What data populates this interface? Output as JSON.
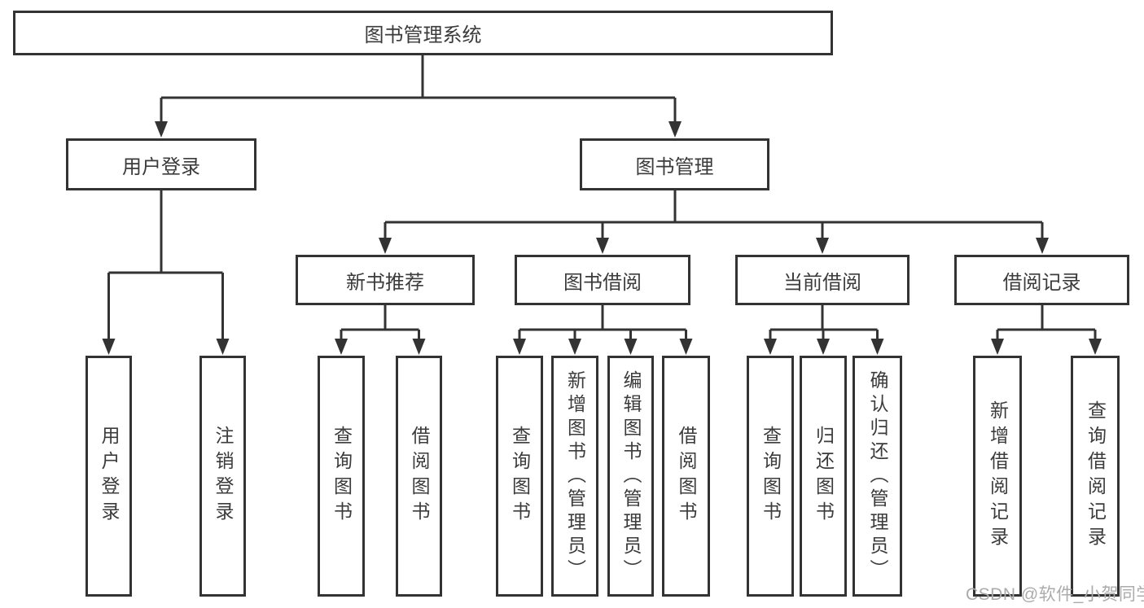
{
  "tree": {
    "label": "图书管理系统",
    "children": [
      {
        "label": "用户登录",
        "children": [
          {
            "label": "用户登录"
          },
          {
            "label": "注销登录"
          }
        ]
      },
      {
        "label": "图书管理",
        "children": [
          {
            "label": "新书推荐",
            "children": [
              {
                "label": "查询图书"
              },
              {
                "label": "借阅图书"
              }
            ]
          },
          {
            "label": "图书借阅",
            "children": [
              {
                "label": "查询图书"
              },
              {
                "label": "新增图书（管理员）"
              },
              {
                "label": "编辑图书（管理员）"
              },
              {
                "label": "借阅图书"
              }
            ]
          },
          {
            "label": "当前借阅",
            "children": [
              {
                "label": "查询图书"
              },
              {
                "label": "归还图书"
              },
              {
                "label": "确认归还（管理员）"
              }
            ]
          },
          {
            "label": "借阅记录",
            "children": [
              {
                "label": "新增借阅记录"
              },
              {
                "label": "查询借阅记录"
              }
            ]
          }
        ]
      }
    ]
  },
  "watermark": "CSDN @软件_小贺同学",
  "colors": {
    "line": "#333333",
    "text": "#3b3b3b",
    "watermark": "#ababab",
    "background": "#ffffff"
  }
}
